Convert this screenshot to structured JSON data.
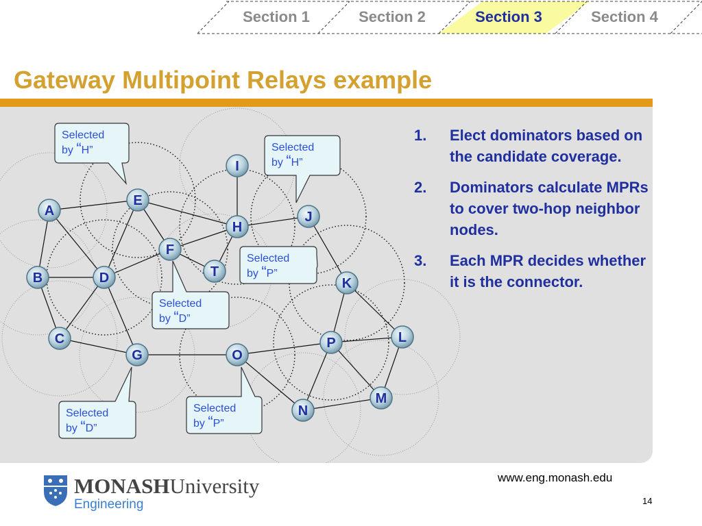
{
  "tabs": [
    {
      "label": "Section 1",
      "active": false
    },
    {
      "label": "Section 2",
      "active": false
    },
    {
      "label": "Section 3",
      "active": true
    },
    {
      "label": "Section 4",
      "active": false
    }
  ],
  "title": "Gateway Multipoint Relays example",
  "nodes": [
    {
      "id": "A",
      "label": "A"
    },
    {
      "id": "B",
      "label": "B"
    },
    {
      "id": "C",
      "label": "C"
    },
    {
      "id": "D",
      "label": "D"
    },
    {
      "id": "E",
      "label": "E"
    },
    {
      "id": "F",
      "label": "F"
    },
    {
      "id": "G",
      "label": "G"
    },
    {
      "id": "H",
      "label": "H"
    },
    {
      "id": "I",
      "label": "I"
    },
    {
      "id": "J",
      "label": "J"
    },
    {
      "id": "K",
      "label": "K"
    },
    {
      "id": "L",
      "label": "L"
    },
    {
      "id": "M",
      "label": "M"
    },
    {
      "id": "N",
      "label": "N"
    },
    {
      "id": "O",
      "label": "O"
    },
    {
      "id": "P",
      "label": "P"
    },
    {
      "id": "T",
      "label": "T"
    }
  ],
  "edges": [
    [
      "A",
      "E"
    ],
    [
      "A",
      "B"
    ],
    [
      "A",
      "D"
    ],
    [
      "B",
      "D"
    ],
    [
      "B",
      "C"
    ],
    [
      "C",
      "D"
    ],
    [
      "C",
      "G"
    ],
    [
      "D",
      "E"
    ],
    [
      "D",
      "F"
    ],
    [
      "D",
      "G"
    ],
    [
      "E",
      "F"
    ],
    [
      "E",
      "H"
    ],
    [
      "F",
      "H"
    ],
    [
      "F",
      "T"
    ],
    [
      "H",
      "I"
    ],
    [
      "H",
      "J"
    ],
    [
      "H",
      "T"
    ],
    [
      "J",
      "K"
    ],
    [
      "K",
      "L"
    ],
    [
      "K",
      "P"
    ],
    [
      "P",
      "L"
    ],
    [
      "P",
      "M"
    ],
    [
      "P",
      "N"
    ],
    [
      "L",
      "M"
    ],
    [
      "M",
      "N"
    ],
    [
      "G",
      "O"
    ],
    [
      "O",
      "P"
    ],
    [
      "O",
      "N"
    ]
  ],
  "callouts": [
    {
      "line1": "Selected",
      "by": "by",
      "name": "H"
    },
    {
      "line1": "Selected",
      "by": "by",
      "name": "H"
    },
    {
      "line1": "Selected",
      "by": "by",
      "name": "P"
    },
    {
      "line1": "Selected",
      "by": "by",
      "name": "D"
    },
    {
      "line1": "Selected",
      "by": "by",
      "name": "D"
    },
    {
      "line1": "Selected",
      "by": "by",
      "name": "P"
    }
  ],
  "steps": [
    {
      "number": "1.",
      "text": "Elect dominators based on the candidate coverage."
    },
    {
      "number": "2.",
      "text": "Dominators calculate MPRs to cover two-hop neighbor nodes."
    },
    {
      "number": "3.",
      "text": "Each MPR decides whether it is the connector."
    }
  ],
  "footer": {
    "url": "www.eng.monash.edu",
    "page_number": "14",
    "logo_name_bold": "MONASH",
    "logo_name_rest": "University",
    "logo_sub": "Engineering"
  },
  "colors": {
    "accent": "#e39a1b",
    "title": "#d4a030",
    "node_text": "#1f2f9e",
    "callout_text": "#2a4fd6",
    "active_tab_fill": "#fafaa0"
  }
}
